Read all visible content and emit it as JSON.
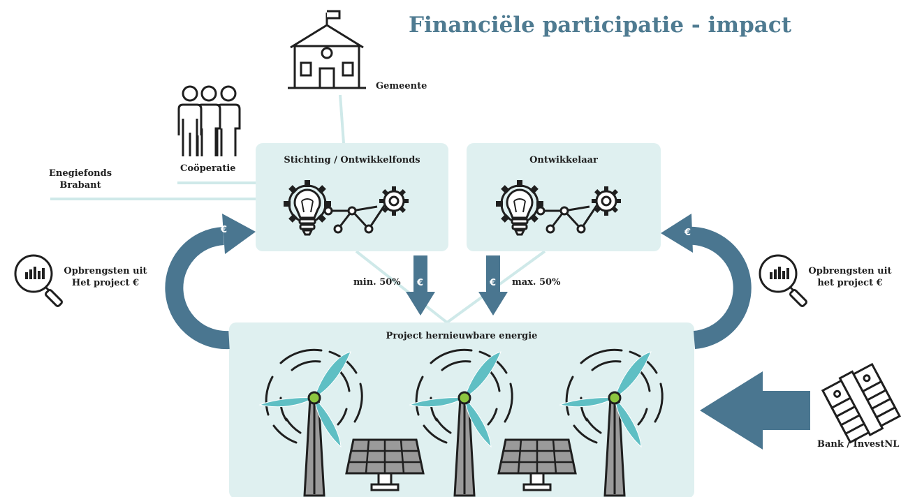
{
  "title": "Financiële participatie - impact",
  "labels": {
    "gemeente": "Gemeente",
    "cooperatie": "Coöperatie",
    "energiefonds": "Enegiefonds\nBrabant",
    "stichting": "Stichting / Ontwikkelfonds",
    "ontwikkelaar": "Ontwikkelaar",
    "min": "min. 50%",
    "max": "max. 50%",
    "opbrengsten_left": "Opbrengsten uit\nHet project €",
    "opbrengsten_right": "Opbrengsten uit\nhet project €",
    "project": "Project hernieuwbare energie",
    "bank": "Bank / InvestNL",
    "euro": "€"
  },
  "colors": {
    "title": "#4f7b91",
    "box": "#dff0f0",
    "arrow": "#4a7690",
    "connector": "#cfe9e9",
    "blade": "#5fbfc4",
    "hub": "#8cc63f",
    "tower": "#9a9a9a",
    "panel": "#9a9a9a"
  },
  "icons": [
    "town-hall-icon",
    "people-group-icon",
    "lightbulb-gears-icon",
    "magnifier-chart-icon",
    "money-stack-icon",
    "wind-turbine-icon",
    "solar-panel-icon"
  ]
}
